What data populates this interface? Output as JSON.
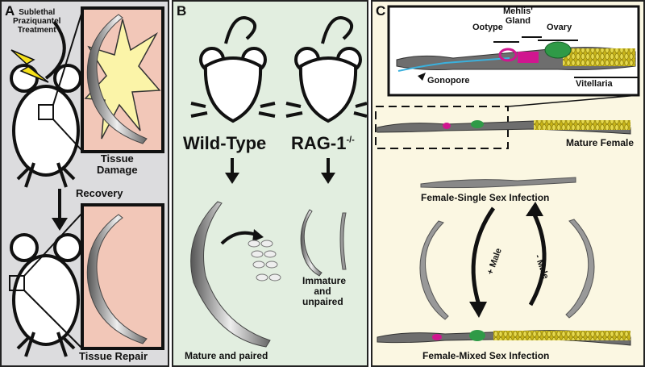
{
  "panel_a": {
    "letter": "A",
    "treatment_line1": "Sublethal",
    "treatment_line2": "Praziquantel",
    "treatment_line3": "Treatment",
    "damage_line1": "Tissue",
    "damage_line2": "Damage",
    "recovery": "Recovery",
    "repair": "Tissue Repair"
  },
  "panel_b": {
    "letter": "B",
    "wild_type": "Wild-Type",
    "rag1": "RAG-1",
    "rag1_sup": "-/-",
    "immature_line1": "Immature",
    "immature_line2": "and",
    "immature_line3": "unpaired",
    "mature_paired": "Mature and paired"
  },
  "panel_c": {
    "letter": "C",
    "mehlis_line1": "Mehlis'",
    "mehlis_line2": "Gland",
    "ootype": "Ootype",
    "ovary": "Ovary",
    "gonopore": "Gonopore",
    "vitellaria": "Vitellaria",
    "mature_female": "Mature Female",
    "single_sex": "Female-Single Sex Infection",
    "plus_male": "+ Male",
    "minus_male": "- Male",
    "mixed_sex": "Female-Mixed Sex Infection"
  },
  "colors": {
    "panel_a_bg": "#dcdcde",
    "panel_b_bg": "#e2eee0",
    "panel_c_bg": "#fbf7e2",
    "tissue_pink": "#f2c7b8",
    "damage_yellow": "#fbf4a8",
    "lightning": "#f6e11a",
    "ovary_green": "#2f9a47",
    "ootype_magenta": "#d0168f",
    "vitellaria_yellow": "#c8b418",
    "gonopore_blue": "#3bb0dc"
  }
}
